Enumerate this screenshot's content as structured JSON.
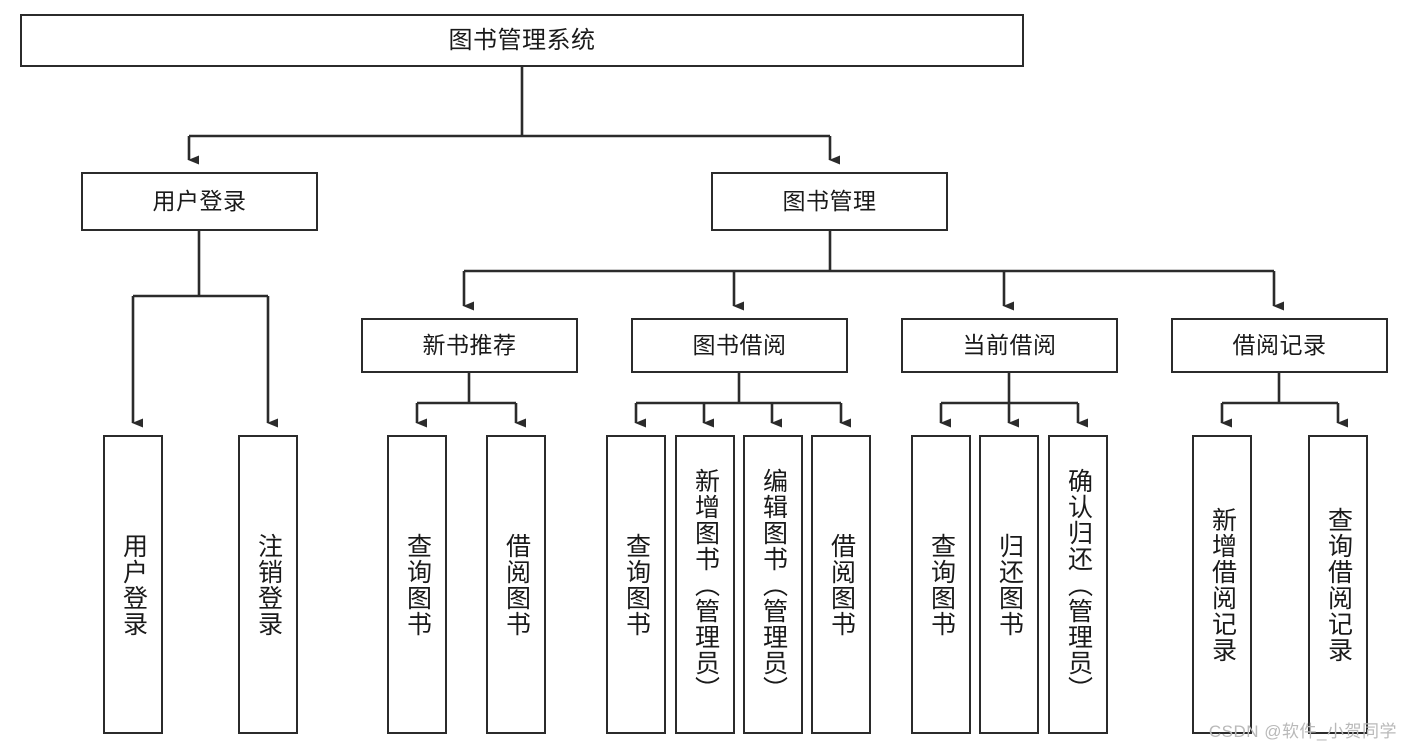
{
  "diagram": {
    "title": "图书管理系统",
    "watermark": "CSDN @软件_小贺同学",
    "colors": {
      "stroke": "#2b2b2b",
      "fill": "#ffffff",
      "text": "#1a1a1a",
      "watermark": "#b9b9b9"
    },
    "nodes": {
      "root": {
        "label": "图书管理系统"
      },
      "level2": [
        {
          "id": "user-login",
          "label": "用户登录"
        },
        {
          "id": "book-manage",
          "label": "图书管理"
        }
      ],
      "level3": [
        {
          "id": "new-book-recommend",
          "label": "新书推荐"
        },
        {
          "id": "book-borrow",
          "label": "图书借阅"
        },
        {
          "id": "current-borrow",
          "label": "当前借阅"
        },
        {
          "id": "borrow-record",
          "label": "借阅记录"
        }
      ],
      "leaves": [
        {
          "id": "leaf-user-login",
          "label": "用户登录",
          "parent": "user-login"
        },
        {
          "id": "leaf-logout",
          "label": "注销登录",
          "parent": "user-login"
        },
        {
          "id": "leaf-query-book-1",
          "label": "查询图书",
          "parent": "new-book-recommend"
        },
        {
          "id": "leaf-borrow-book-1",
          "label": "借阅图书",
          "parent": "new-book-recommend"
        },
        {
          "id": "leaf-query-book-2",
          "label": "查询图书",
          "parent": "book-borrow"
        },
        {
          "id": "leaf-add-book",
          "label": "新增图书（管理员）",
          "parent": "book-borrow"
        },
        {
          "id": "leaf-edit-book",
          "label": "编辑图书（管理员）",
          "parent": "book-borrow"
        },
        {
          "id": "leaf-borrow-book-2",
          "label": "借阅图书",
          "parent": "book-borrow"
        },
        {
          "id": "leaf-query-book-3",
          "label": "查询图书",
          "parent": "current-borrow"
        },
        {
          "id": "leaf-return-book",
          "label": "归还图书",
          "parent": "current-borrow"
        },
        {
          "id": "leaf-confirm-return",
          "label": "确认归还（管理员）",
          "parent": "current-borrow"
        },
        {
          "id": "leaf-add-record",
          "label": "新增借阅记录",
          "parent": "borrow-record"
        },
        {
          "id": "leaf-query-record",
          "label": "查询借阅记录",
          "parent": "borrow-record"
        }
      ]
    }
  }
}
